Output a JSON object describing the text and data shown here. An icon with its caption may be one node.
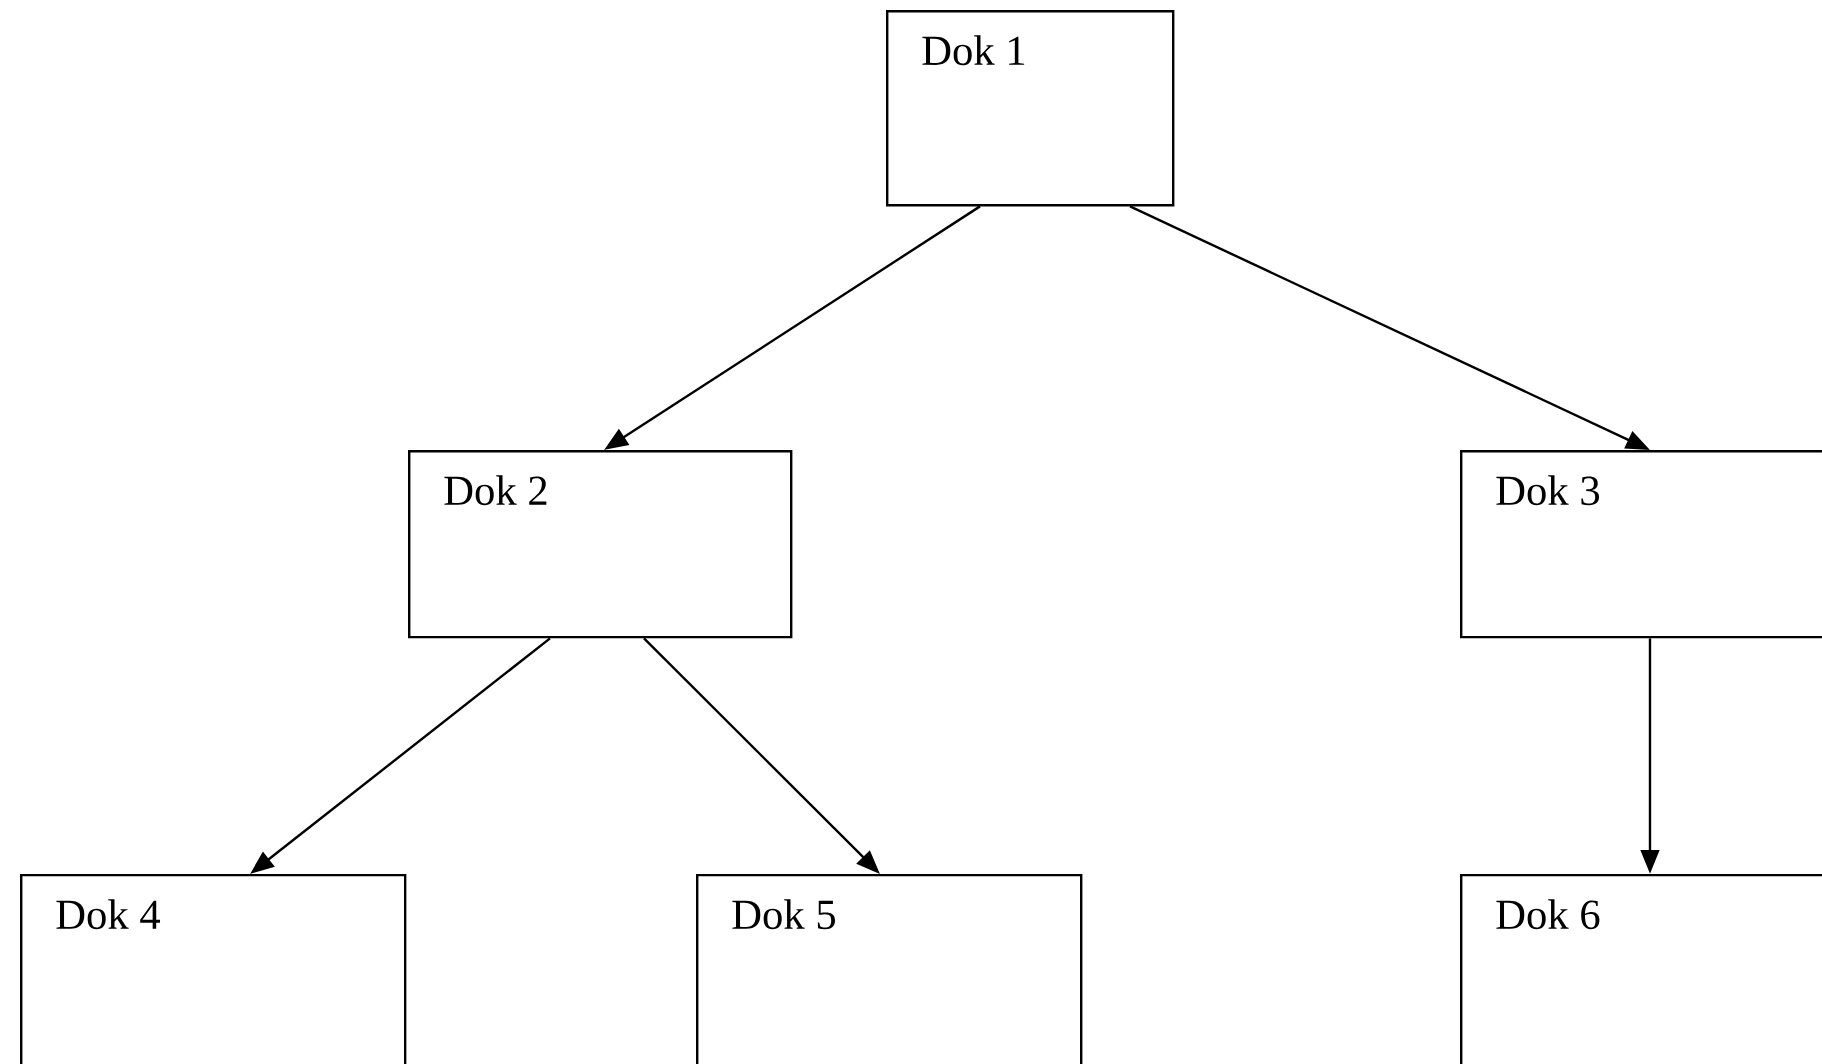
{
  "diagram": {
    "nodes": [
      {
        "text": [
          "Dok 1"
        ]
      },
      {
        "text": [
          "Dok 2"
        ]
      },
      {
        "text": [
          "Dok 3"
        ]
      },
      {
        "text": [
          "Dok 4"
        ]
      },
      {
        "text": [
          "Dok 5"
        ]
      },
      {
        "text": [
          "Dok 6"
        ]
      }
    ],
    "edges": [
      {
        "from": 0,
        "to": 1,
        "arrow": "to"
      },
      {
        "from": 0,
        "to": 2,
        "arrow": "to"
      },
      {
        "from": 1,
        "to": 3,
        "arrow": "to"
      },
      {
        "from": 1,
        "to": 4,
        "arrow": "to"
      },
      {
        "from": 2,
        "to": 5,
        "arrow": "to"
      }
    ]
  }
}
